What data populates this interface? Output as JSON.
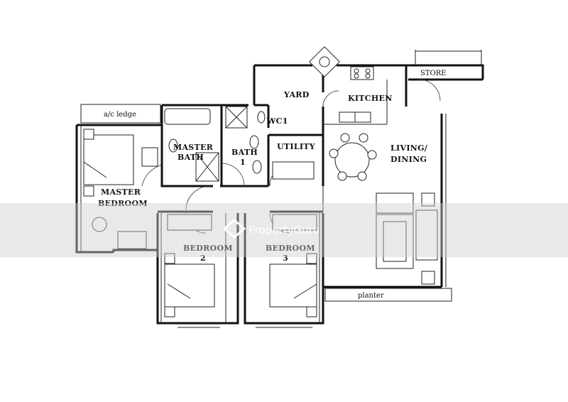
{
  "rooms": {
    "yard": "YARD",
    "kitchen": "KITCHEN",
    "store": "STORE",
    "ac_ledge": "a/c ledge",
    "wc1": "WC1",
    "master_bath_1": "MASTER",
    "master_bath_2": "BATH",
    "bath1_1": "BATH",
    "bath1_2": "1",
    "utility": "UTILITY",
    "living_1": "LIVING/",
    "living_2": "DINING",
    "master_bed_1": "MASTER",
    "master_bed_2": "BEDROOM",
    "bed2_1": "BEDROOM",
    "bed2_2": "2",
    "bed3_1": "BEDROOM",
    "bed3_2": "3",
    "planter": "planter"
  },
  "watermark": {
    "brand": "PropertyGuru"
  }
}
